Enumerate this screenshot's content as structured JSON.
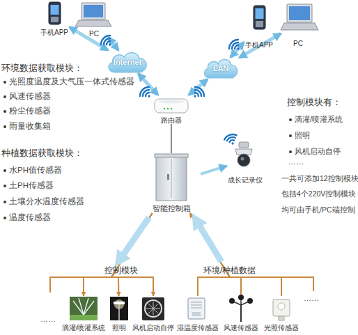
{
  "diagram": {
    "nodes": [
      {
        "text": [
          "手机APP"
        ]
      },
      {
        "text": [
          "PC"
        ]
      },
      {
        "text": [
          "手机APP"
        ]
      },
      {
        "text": [
          "PC"
        ]
      },
      {
        "text": [
          "Internet"
        ]
      },
      {
        "text": [
          "LAN"
        ]
      },
      {
        "text": [
          "路由器"
        ]
      },
      {
        "text": [
          "智能控制箱"
        ]
      },
      {
        "text": [
          "成长记录仪"
        ]
      },
      {
        "text": [
          "滴灌/喷灌系统"
        ]
      },
      {
        "text": [
          "照明"
        ]
      },
      {
        "text": [
          "风机启动自停"
        ]
      },
      {
        "text": [
          "湿温度传感器"
        ]
      },
      {
        "text": [
          "风速传感器"
        ]
      },
      {
        "text": [
          "光照传感器"
        ]
      }
    ],
    "edges": [
      {
        "from": 0,
        "to": 4,
        "arrow": "both"
      },
      {
        "from": 1,
        "to": 4,
        "arrow": "both"
      },
      {
        "from": 4,
        "to": 6,
        "arrow": "both"
      },
      {
        "from": 6,
        "to": 5,
        "arrow": "both"
      },
      {
        "from": 5,
        "to": 2,
        "arrow": "both"
      },
      {
        "from": 5,
        "to": 3,
        "arrow": "both"
      },
      {
        "from": 6,
        "to": 7,
        "arrow": "none"
      },
      {
        "from": 7,
        "to": 8,
        "arrow": "to"
      },
      {
        "from": 7,
        "to": 9,
        "arrow": "to"
      },
      {
        "from": 7,
        "to": 10,
        "arrow": "to"
      },
      {
        "from": 7,
        "to": 11,
        "arrow": "to"
      },
      {
        "from": 12,
        "to": 7,
        "arrow": "to"
      },
      {
        "from": 13,
        "to": 7,
        "arrow": "to"
      },
      {
        "from": 14,
        "to": 7,
        "arrow": "to"
      }
    ],
    "labels": [
      "环境数据获取模块：",
      "光照度温度及大气压一体式传感器",
      "风速传感器",
      "粉尘传感器",
      "雨量收集箱",
      "种植数据获取模块：",
      "水PH值传感器",
      "土PH传感器",
      "土壤分水温度传感器",
      "温度传感器",
      "控制模块有：",
      "滴灌/喷灌系统",
      "照明",
      "风机启动自停",
      "……",
      "一共可添加12控制模块",
      "包括4个220V控制模块",
      "均可由手机/PC端控制",
      "控制模块",
      "环境/种植数据",
      "……",
      "……"
    ]
  }
}
